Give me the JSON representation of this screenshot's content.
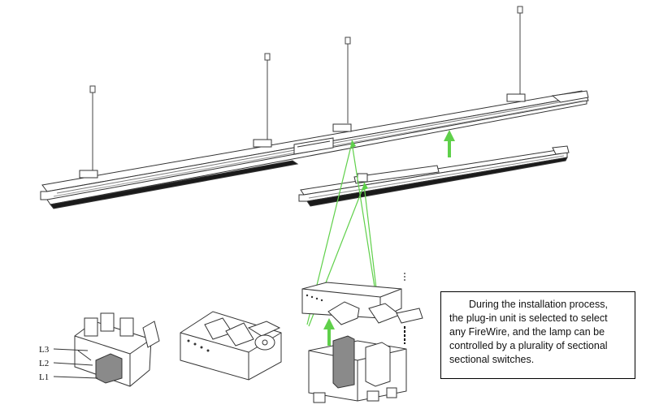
{
  "caption": {
    "lines": [
      "During the installation process,",
      "the plug-in unit is selected to select",
      "any FireWire, and the lamp can be",
      "controlled by a plurality of sectional",
      "sectional switches."
    ]
  },
  "wire_labels": [
    "L3",
    "L2",
    "L1"
  ],
  "colors": {
    "arrow": "#5fd04a",
    "line_art": "#333333",
    "diffuser": "#111111",
    "box_border": "#000000"
  },
  "icons": [
    "up-arrow-icon",
    "up-arrow-icon",
    "up-arrow-icon",
    "up-arrow-icon"
  ]
}
